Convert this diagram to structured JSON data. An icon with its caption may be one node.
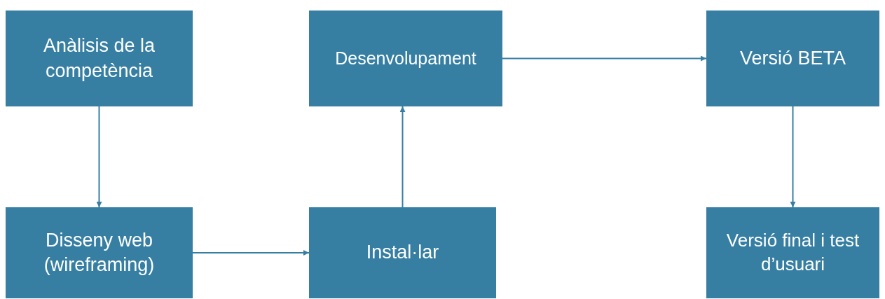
{
  "diagram": {
    "nodes": [
      {
        "text": [
          "Anàlisis de la competència"
        ]
      },
      {
        "text": [
          "Desenvolupament"
        ]
      },
      {
        "text": [
          "Versió BETA"
        ]
      },
      {
        "text": [
          "Disseny web (wireframing)"
        ]
      },
      {
        "text": [
          "Instal·lar"
        ]
      },
      {
        "text": [
          "Versió final i test d’usuari"
        ]
      }
    ],
    "edges": [
      {
        "from": 0,
        "to": 3,
        "arrow": "to"
      },
      {
        "from": 3,
        "to": 4,
        "arrow": "to"
      },
      {
        "from": 4,
        "to": 1,
        "arrow": "to"
      },
      {
        "from": 1,
        "to": 2,
        "arrow": "to"
      },
      {
        "from": 2,
        "to": 5,
        "arrow": "to"
      }
    ]
  }
}
